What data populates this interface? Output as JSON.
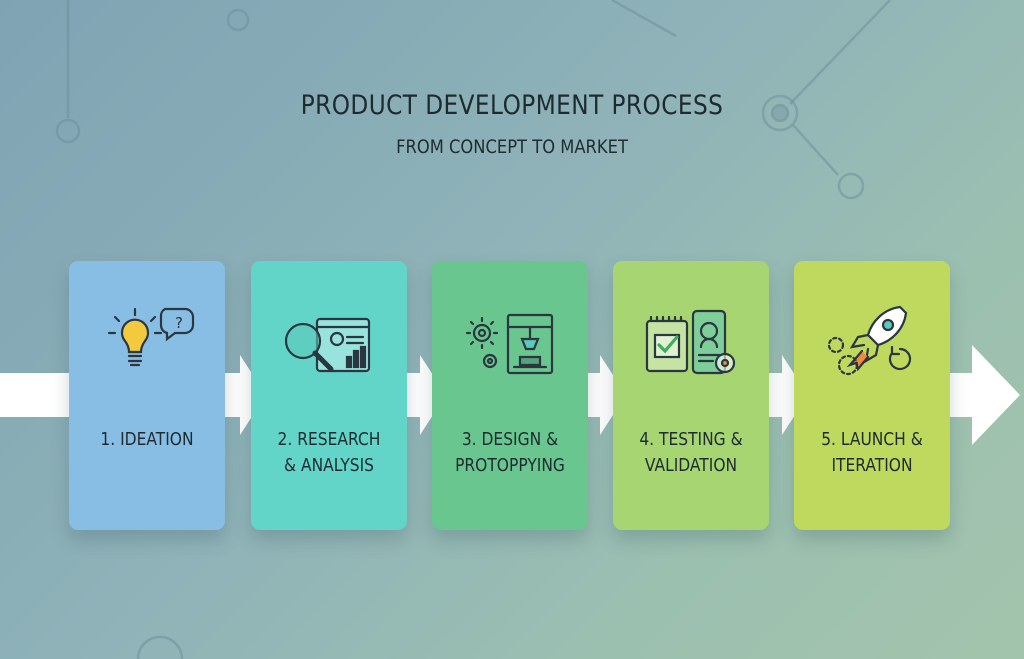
{
  "header": {
    "title": "PRODUCT DEVELOPMENT PROCESS",
    "subtitle": "FROM CONCEPT TO MARKET"
  },
  "steps": [
    {
      "label": "1. IDEATION",
      "icon": "lightbulb-icon",
      "color": "#88bde4"
    },
    {
      "label": "2. RESEARCH\n& ANALYSIS",
      "icon": "magnifier-chart-icon",
      "color": "#62d4c8"
    },
    {
      "label": "3. DESIGN &\nPROTOPPYING",
      "icon": "gears-3d-printer-icon",
      "color": "#6ac68f"
    },
    {
      "label": "4. TESTING &\nVALIDATION",
      "icon": "checklist-phone-icon",
      "color": "#a6d572"
    },
    {
      "label": "5. LAUNCH &\nITERATION",
      "icon": "rocket-icon",
      "color": "#bfd85e"
    }
  ],
  "colors": {
    "arrow": "#ffffff",
    "icon_stroke": "#2a3640",
    "accent_teal": "#5cc9bb",
    "accent_yellow": "#f3c93e",
    "accent_orange": "#f28a3c"
  }
}
